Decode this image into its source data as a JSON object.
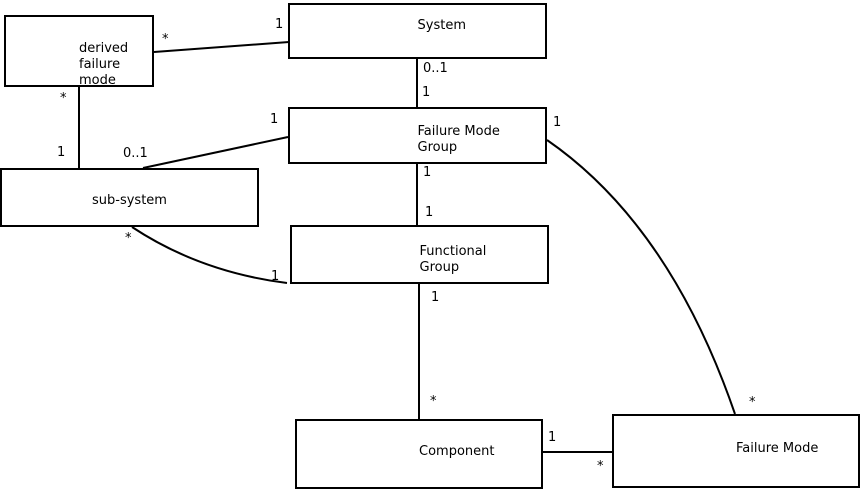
{
  "diagram": {
    "title": "failure-mode entity relationship diagram",
    "nodes": {
      "derived_failure_mode": {
        "label": "derived\nfailure\nmode"
      },
      "system": {
        "label": "System"
      },
      "failure_mode_group": {
        "label": "Failure Mode\nGroup"
      },
      "sub_system": {
        "label": "sub-system"
      },
      "functional_group": {
        "label": "Functional\nGroup"
      },
      "component": {
        "label": "Component"
      },
      "failure_mode": {
        "label": "Failure Mode"
      }
    },
    "edges": {
      "derived_system": {
        "from": "derived_failure_mode",
        "to": "system",
        "from_label": "*",
        "to_label": "1"
      },
      "derived_subsystem": {
        "from": "derived_failure_mode",
        "to": "sub_system",
        "from_label": "*",
        "to_label": "1"
      },
      "system_fmg": {
        "from": "system",
        "to": "failure_mode_group",
        "from_label": "0..1",
        "to_label": "1"
      },
      "fmg_subsystem": {
        "from": "failure_mode_group",
        "to": "sub_system",
        "from_label": "1",
        "to_label": "0..1"
      },
      "fmg_fg": {
        "from": "failure_mode_group",
        "to": "functional_group",
        "from_label": "1",
        "to_label": "1"
      },
      "subsystem_fg": {
        "from": "sub_system",
        "to": "functional_group",
        "from_label": "*",
        "to_label": "1"
      },
      "fg_component": {
        "from": "functional_group",
        "to": "component",
        "from_label": "1",
        "to_label": "*"
      },
      "component_fm": {
        "from": "component",
        "to": "failure_mode",
        "from_label": "1",
        "to_label": "*"
      },
      "fmg_fm": {
        "from": "failure_mode_group",
        "to": "failure_mode",
        "from_label": "1",
        "to_label": "*"
      }
    },
    "colors": {
      "line": "#000000",
      "background": "#ffffff",
      "text": "#000000"
    }
  }
}
